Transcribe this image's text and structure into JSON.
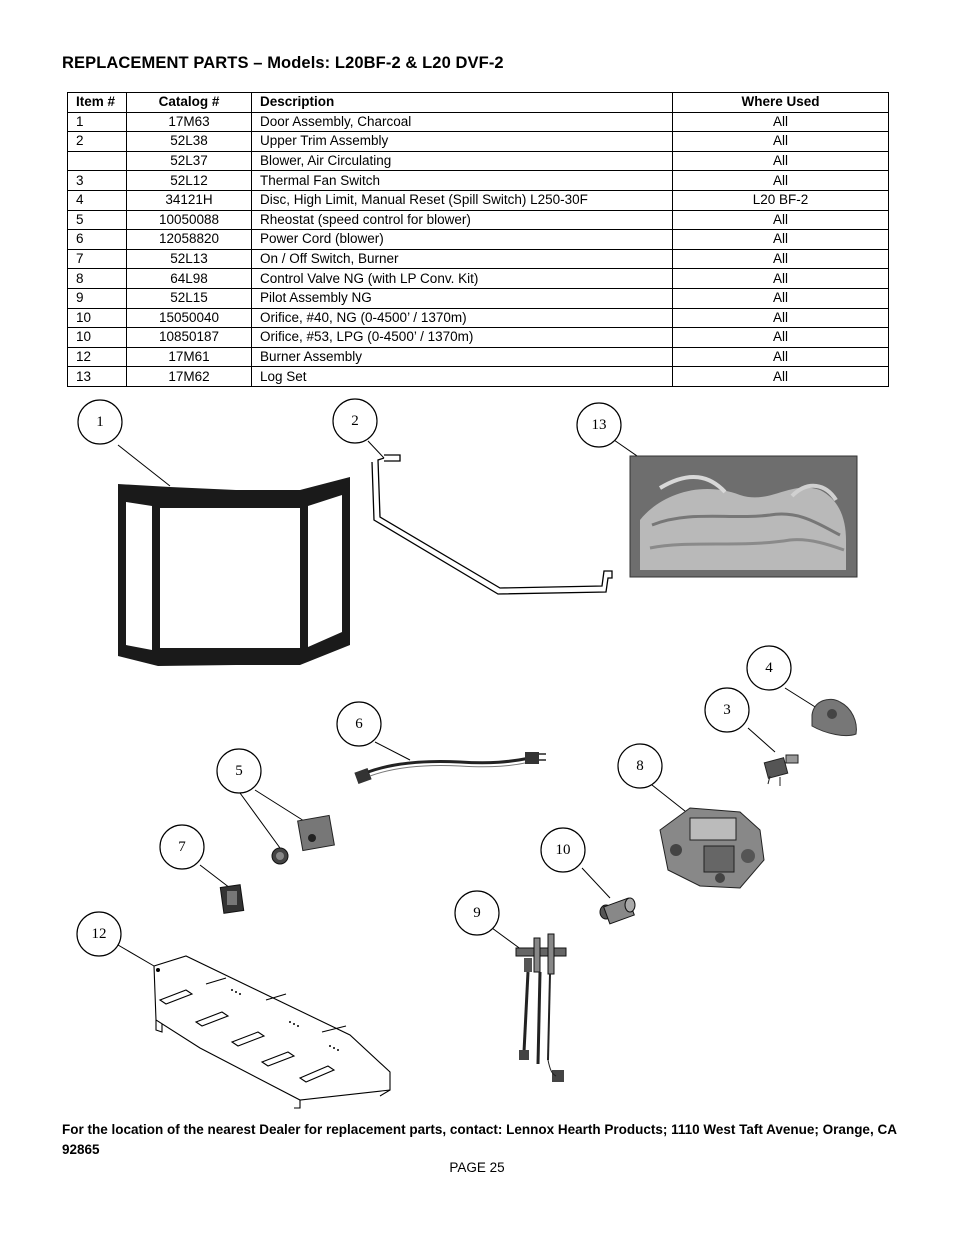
{
  "title": "REPLACEMENT PARTS – Models: L20BF-2 & L20 DVF-2",
  "table": {
    "headers": [
      "Item #",
      "Catalog #",
      "Description",
      "Where Used"
    ],
    "rows": [
      {
        "item": "1",
        "catalog": "17M63",
        "description": "Door Assembly, Charcoal",
        "where": "All"
      },
      {
        "item": "2",
        "catalog": "52L38",
        "description": "Upper Trim Assembly",
        "where": "All"
      },
      {
        "item": "",
        "catalog": "52L37",
        "description": "Blower, Air Circulating",
        "where": "All"
      },
      {
        "item": "3",
        "catalog": "52L12",
        "description": "Thermal Fan Switch",
        "where": "All"
      },
      {
        "item": "4",
        "catalog": "34121H",
        "description": "Disc, High Limit, Manual Reset (Spill Switch) L250-30F",
        "where": "L20 BF-2"
      },
      {
        "item": "5",
        "catalog": "10050088",
        "description": "Rheostat (speed control for blower)",
        "where": "All"
      },
      {
        "item": "6",
        "catalog": "12058820",
        "description": "Power Cord (blower)",
        "where": "All"
      },
      {
        "item": "7",
        "catalog": "52L13",
        "description": "On / Off Switch, Burner",
        "where": "All"
      },
      {
        "item": "8",
        "catalog": "64L98",
        "description": "Control Valve NG (with LP Conv. Kit)",
        "where": "All"
      },
      {
        "item": "9",
        "catalog": "52L15",
        "description": "Pilot Assembly NG",
        "where": "All"
      },
      {
        "item": "10",
        "catalog": "15050040",
        "description": "Orifice, #40, NG (0-4500’ / 1370m)",
        "where": "All"
      },
      {
        "item": "10",
        "catalog": "10850187",
        "description": "Orifice, #53, LPG (0-4500’ / 1370m)",
        "where": "All"
      },
      {
        "item": "12",
        "catalog": "17M61",
        "description": "Burner Assembly",
        "where": "All"
      },
      {
        "item": "13",
        "catalog": "17M62",
        "description": "Log Set",
        "where": "All"
      }
    ]
  },
  "callouts": {
    "c1": "1",
    "c2": "2",
    "c13": "13",
    "c4": "4",
    "c3": "3",
    "c6": "6",
    "c8": "8",
    "c5": "5",
    "c7": "7",
    "c10": "10",
    "c9": "9",
    "c12": "12"
  },
  "footer": "For the location of the nearest Dealer for replacement parts, contact: Lennox Hearth Products; 1110 West Taft Avenue; Orange, CA 92865",
  "page": "PAGE 25"
}
